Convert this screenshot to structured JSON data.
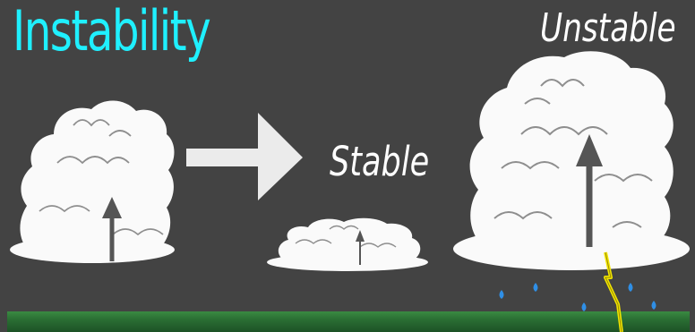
{
  "title": "Instability",
  "labels": {
    "stable": "Stable",
    "unstable": "Unstable"
  },
  "colors": {
    "background": "#434343",
    "title": "#1ff0ff",
    "label": "#ffffff",
    "cloud": "#fafafa",
    "arrow": "#555555",
    "transition_arrow": "#ebebeb",
    "raindrop": "#2f8fe6",
    "lightning": "#f2e600",
    "ground": "#2a6e33"
  },
  "icons": {
    "transition": "right-arrow-icon",
    "updraft": "up-arrow-icon",
    "rain": "raindrop-icon",
    "lightning": "lightning-bolt-icon"
  }
}
